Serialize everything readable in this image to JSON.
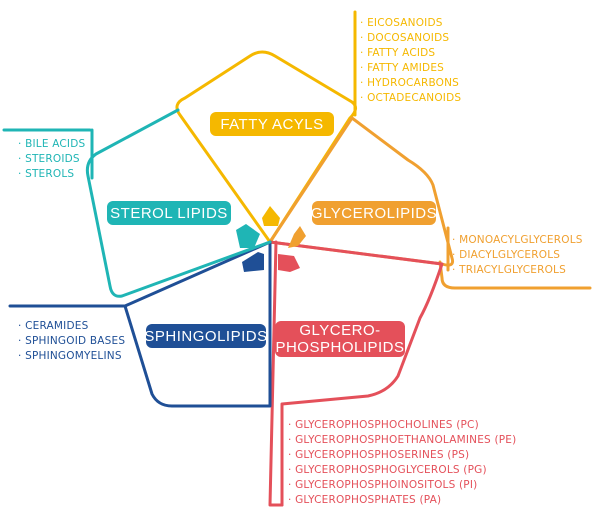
{
  "categories": [
    {
      "id": "fatty-acyls",
      "label": "FATTY ACYLS",
      "color": "#f5b800",
      "items": [
        "EICOSANOIDS",
        "DOCOSANOIDS",
        "FATTY ACIDS",
        "FATTY AMIDES",
        "HYDROCARBONS",
        "OCTADECANOIDS"
      ]
    },
    {
      "id": "glycerolipids",
      "label": "GLYCEROLIPIDS",
      "color": "#f0a030",
      "items": [
        "MONOACYLGLYCEROLS",
        "DIACYLGLYCEROLS",
        "TRIACYLGLYCEROLS"
      ]
    },
    {
      "id": "glycerophospholipids",
      "label": "GLYCERO-\nPHOSPHOLIPIDS",
      "color": "#e4505a",
      "items": [
        "GLYCEROPHOSPHOCHOLINES (PC)",
        "GLYCEROPHOSPHOETHANOLAMINES (PE)",
        "GLYCEROPHOSPHOSERINES (PS)",
        "GLYCEROPHOSPHOGLYCEROLS (PG)",
        "GLYCEROPHOSPHOINOSITOLS (PI)",
        "GLYCEROPHOSPHATES (PA)"
      ]
    },
    {
      "id": "sphingolipids",
      "label": "SPHINGOLIPIDS",
      "color": "#1f4f96",
      "items": [
        "CERAMIDES",
        "SPHINGOID BASES",
        "SPHINGOMYELINS"
      ]
    },
    {
      "id": "sterol-lipids",
      "label": "STEROL LIPIDS",
      "color": "#1fb5b5",
      "items": [
        "BILE ACIDS",
        "STEROIDS",
        "STEROLS"
      ]
    }
  ],
  "bullet": "·"
}
